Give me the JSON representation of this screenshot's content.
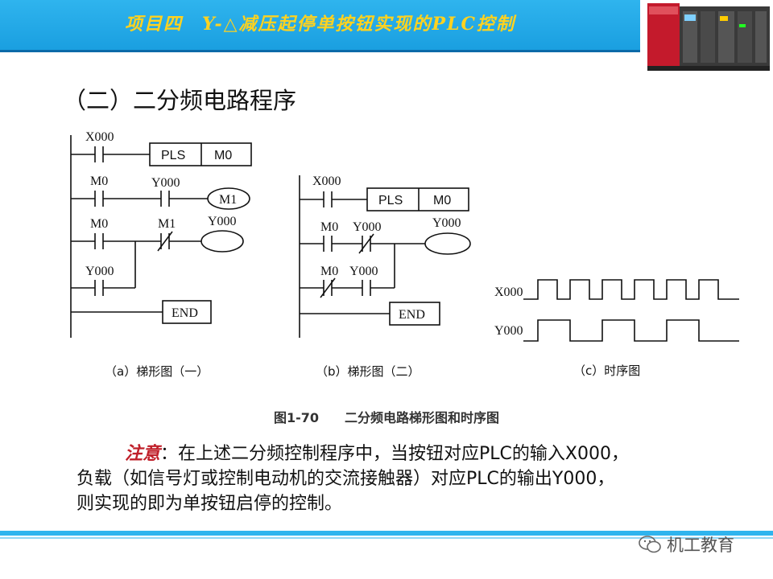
{
  "header": {
    "title": "项目四　Y-△减压起停单按钮实现的PLC控制"
  },
  "section_title": "（二）二分频电路程序",
  "diagram_a": {
    "caption": "（a）梯形图（一）",
    "rung1": {
      "contact": "X000",
      "instruction": "PLS",
      "operand": "M0"
    },
    "rung2": {
      "contact1": "M0",
      "contact2": "Y000",
      "coil": "M1"
    },
    "rung3": {
      "contact1": "M0",
      "contact2": "M1",
      "coil": "Y000",
      "parallel": "Y000"
    },
    "end": "END"
  },
  "diagram_b": {
    "caption": "（b）梯形图（二）",
    "rung1": {
      "contact": "X000",
      "instruction": "PLS",
      "operand": "M0"
    },
    "rung2": {
      "contact1": "M0",
      "contact2": "Y000",
      "coil": "Y000"
    },
    "rung3": {
      "contact1": "M0",
      "contact2": "Y000"
    },
    "end": "END"
  },
  "diagram_c": {
    "caption": "（c）时序图",
    "signal1": "X000",
    "signal2": "Y000"
  },
  "figure_caption": "图1-70　　二分频电路梯形图和时序图",
  "note": {
    "label": "注意",
    "line1": "：在上述二分频控制程序中，当按钮对应PLC的输入X000，",
    "line2": "负载（如信号灯或控制电动机的交流接触器）对应PLC的输出Y000，",
    "line3": "则实现的即为单按钮启停的控制。"
  },
  "watermark": "机工教育",
  "colors": {
    "header": "#1fa7e6",
    "title": "#ffd21f",
    "note_label": "#c0202a"
  }
}
